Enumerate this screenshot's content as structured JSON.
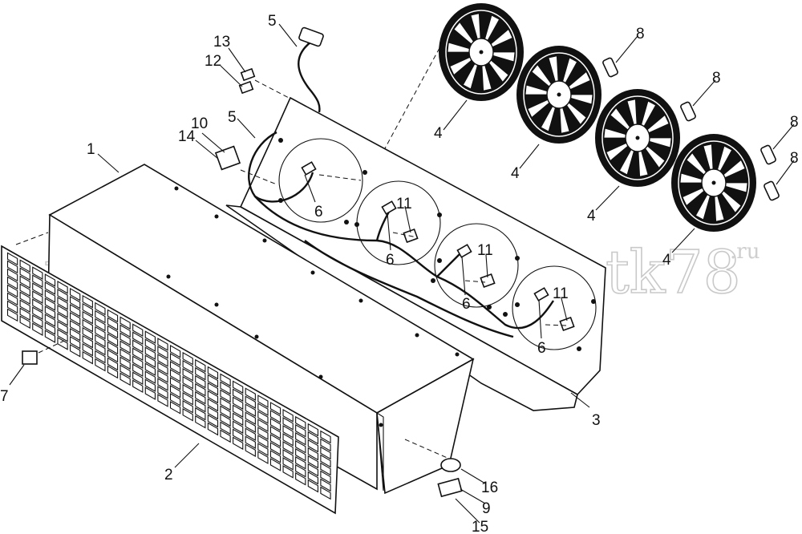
{
  "watermark": {
    "text": "tk78",
    "suffix": ".ru",
    "color": "#c9c9c9"
  },
  "callouts": [
    {
      "id": "c1",
      "label": "1"
    },
    {
      "id": "c2",
      "label": "2"
    },
    {
      "id": "c3",
      "label": "3"
    },
    {
      "id": "c4a",
      "label": "4"
    },
    {
      "id": "c4b",
      "label": "4"
    },
    {
      "id": "c4c",
      "label": "4"
    },
    {
      "id": "c4d",
      "label": "4"
    },
    {
      "id": "c5a",
      "label": "5"
    },
    {
      "id": "c5b",
      "label": "5"
    },
    {
      "id": "c6a",
      "label": "6"
    },
    {
      "id": "c6b",
      "label": "6"
    },
    {
      "id": "c6c",
      "label": "6"
    },
    {
      "id": "c6d",
      "label": "6"
    },
    {
      "id": "c7",
      "label": "7"
    },
    {
      "id": "c8a",
      "label": "8"
    },
    {
      "id": "c8b",
      "label": "8"
    },
    {
      "id": "c8c",
      "label": "8"
    },
    {
      "id": "c8d",
      "label": "8"
    },
    {
      "id": "c9",
      "label": "9"
    },
    {
      "id": "c10",
      "label": "10"
    },
    {
      "id": "c11a",
      "label": "11"
    },
    {
      "id": "c11b",
      "label": "11"
    },
    {
      "id": "c11c",
      "label": "11"
    },
    {
      "id": "c12",
      "label": "12"
    },
    {
      "id": "c13",
      "label": "13"
    },
    {
      "id": "c14",
      "label": "14"
    },
    {
      "id": "c15",
      "label": "15"
    },
    {
      "id": "c16",
      "label": "16"
    }
  ],
  "colors": {
    "line": "#111111",
    "background": "#ffffff"
  }
}
